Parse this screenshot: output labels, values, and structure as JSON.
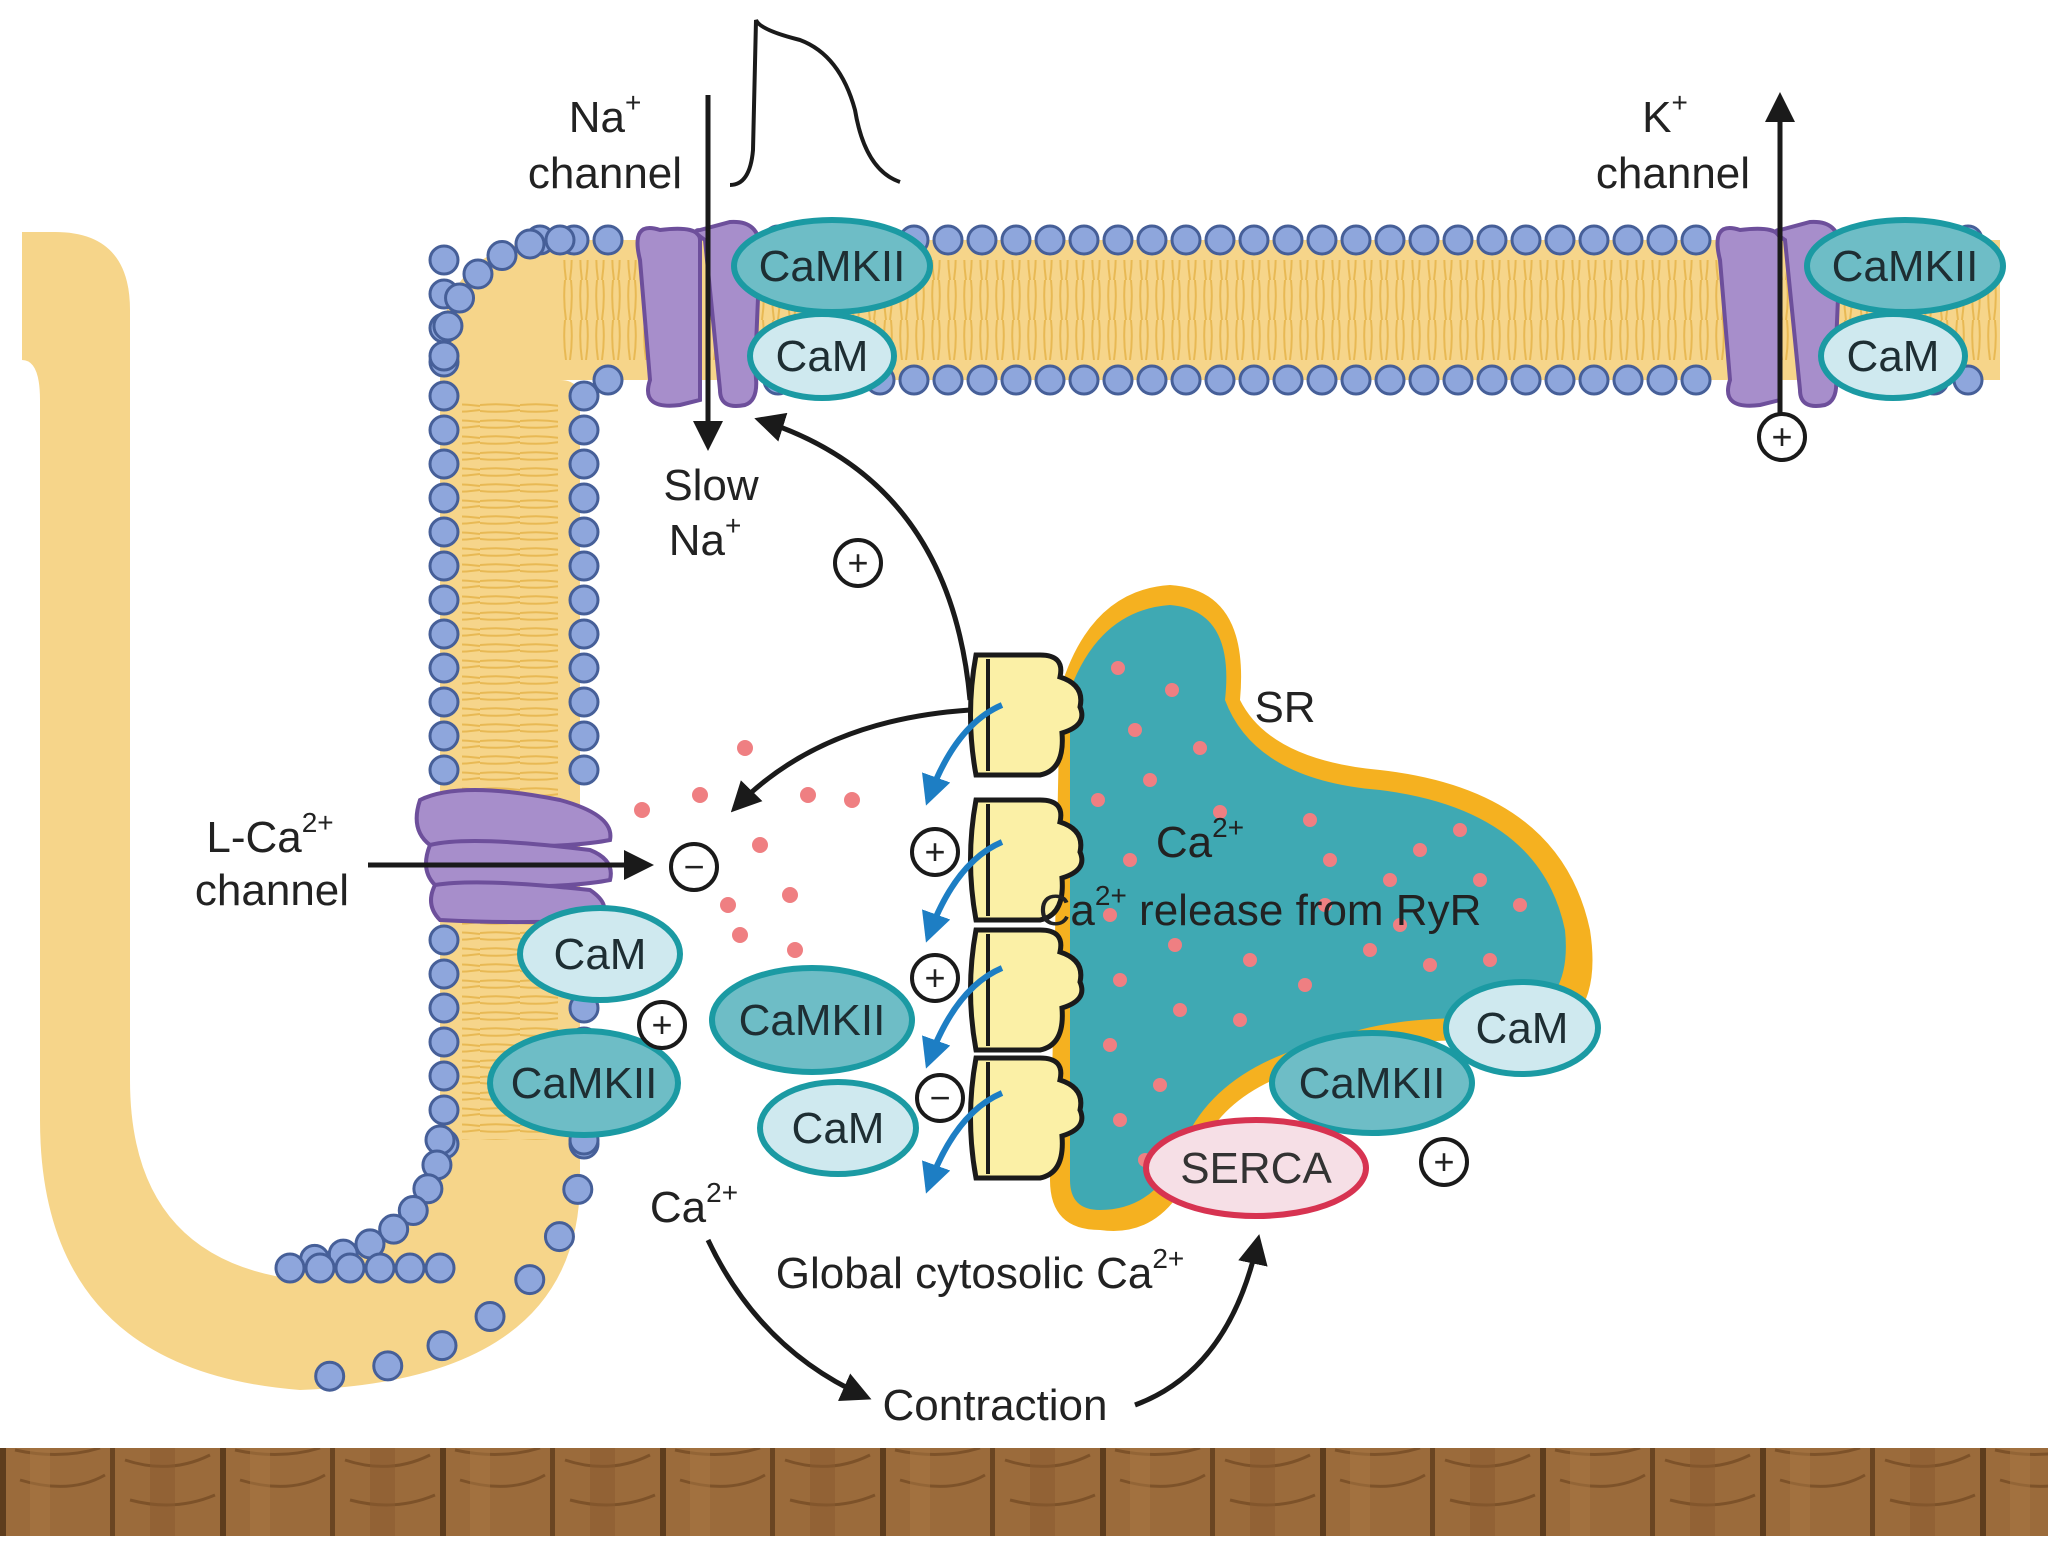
{
  "colors": {
    "membrane": "#f6d58a",
    "membrane_edge": "#eac26a",
    "head": "#8ea6dc",
    "head_edge": "#465f98",
    "channel": "#a78ecb",
    "channel_edge": "#6d4f9b",
    "camkii_fill": "#6ebdc6",
    "cam_fill": "#cfe9ef",
    "pill_stroke": "#1b9aa3",
    "sr_fill": "#3fa9b3",
    "sr_rim": "#f5b120",
    "ryr_fill": "#fbf0a6",
    "ca_dot": "#ef7f82",
    "serca_fill": "#f6dfe6",
    "serca_stroke": "#d73351",
    "blue_arrow": "#1d7ec4",
    "floor": "#9a6a3a"
  },
  "labels": {
    "na_channel": {
      "ion": "Na",
      "charge": "+",
      "word": "channel"
    },
    "k_channel": {
      "ion": "K",
      "charge": "+",
      "word": "channel"
    },
    "slow_na": {
      "line1": "Slow",
      "ion": "Na",
      "charge": "+"
    },
    "lca_channel": {
      "ion": "L-Ca",
      "charge": "2+",
      "word": "channel"
    },
    "sr": "SR",
    "ca_sr": {
      "ion": "Ca",
      "charge": "2+"
    },
    "ryr_release": {
      "ion": "Ca",
      "charge": "2+",
      "text": "release from RyR"
    },
    "ca_bottom": {
      "ion": "Ca",
      "charge": "2+"
    },
    "global": {
      "text": "Global cytosolic Ca",
      "charge": "2+"
    },
    "contraction": "Contraction"
  },
  "proteins": {
    "camkii": "CaMKII",
    "cam": "CaM",
    "serca": "SERCA"
  },
  "signs": {
    "plus": "+",
    "minus": "−"
  }
}
